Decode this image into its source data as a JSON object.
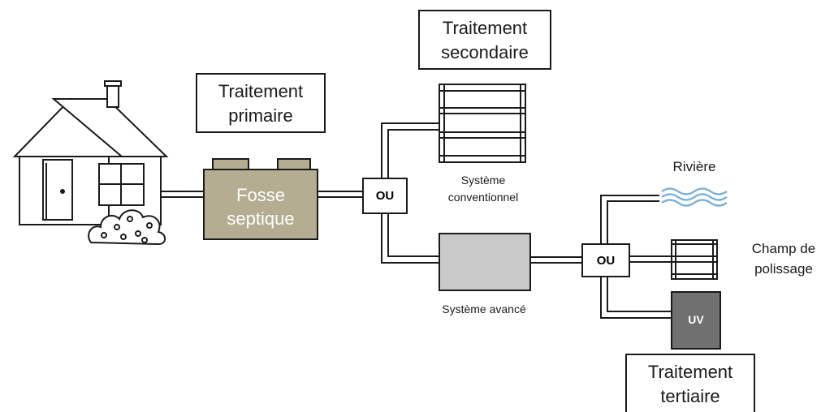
{
  "labels": {
    "traitement_primaire": [
      "Traitement",
      "primaire"
    ],
    "traitement_secondaire": [
      "Traitement",
      "secondaire"
    ],
    "traitement_tertiaire": [
      "Traitement",
      "tertiaire"
    ],
    "fosse_septique": [
      "Fosse",
      "septique"
    ],
    "systeme_conventionnel": [
      "Système",
      "conventionnel"
    ],
    "systeme_avance": "Système avancé",
    "riviere": "Rivière",
    "champ_de_polissage": [
      "Champ de",
      "polissage"
    ],
    "ou_1": "OU",
    "ou_2": "OU",
    "uv": "UV"
  },
  "colors": {
    "line": "#1a1a1a",
    "septic_tank": "#b4ad92",
    "septic_text": "#ffffff",
    "advanced_system": "#c9c9c9",
    "uv_unit": "#707070",
    "river": "#7fb3d5"
  }
}
